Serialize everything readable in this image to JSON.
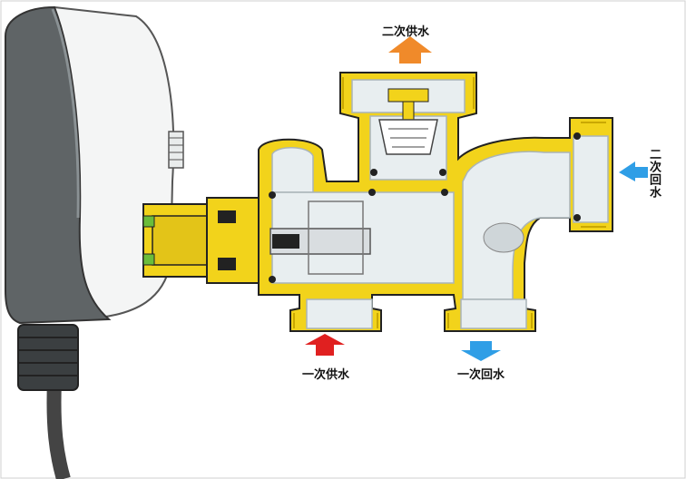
{
  "labels": {
    "secondary_supply": "二次供水",
    "secondary_return": "二次回水",
    "primary_supply": "一次供水",
    "primary_return": "一次回水"
  },
  "colors": {
    "brass": "#f2d31b",
    "brass_dark": "#c9a800",
    "glass": "#e8eef0",
    "glass_line": "#a9b4b8",
    "actuator": "#5f6466",
    "arrow_orange": "#f08a2a",
    "arrow_blue": "#2f9ee6",
    "arrow_red": "#e02020"
  },
  "icons": [
    "actuator-housing",
    "cable-gland-icon",
    "up-arrow-icon",
    "down-arrow-icon",
    "left-arrow-icon"
  ]
}
